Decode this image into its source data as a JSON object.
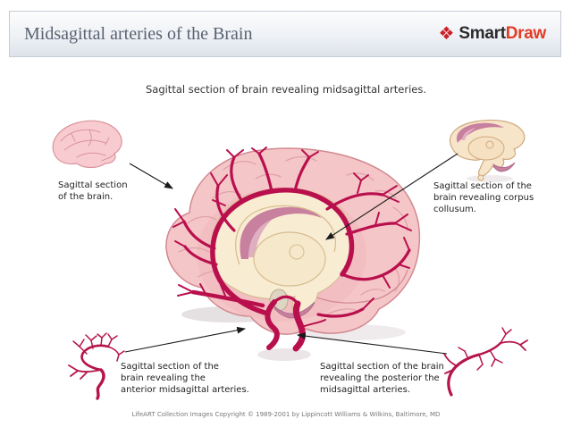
{
  "header": {
    "title": "Midsagittal arteries of the Brain",
    "logo": {
      "icon_glyph": "❖",
      "icon_name": "four-diamonds-icon",
      "part1": "Smart",
      "part2": "Draw"
    }
  },
  "subtitle": "Sagittal section of brain revealing midsagittal arteries.",
  "captions": {
    "small_brain": {
      "text": "Sagittal section of the brain.",
      "lines": [
        "Sagittal section",
        "of the brain."
      ]
    },
    "corpus_callosum": {
      "text": "Sagittal section of the brain revealing corpus collusum.",
      "lines": [
        "Sagittal section of the",
        "brain revealing corpus",
        "collusum."
      ]
    },
    "anterior_arteries": {
      "text": "Sagittal section of the brain revealing the anterior midsagittal arteries.",
      "lines": [
        "Sagittal section of the",
        "brain revealing the",
        "anterior midsagittal arteries."
      ]
    },
    "posterior_arteries": {
      "text": "Sagittal section of the brain revealing the posterior the midsagittal arteries.",
      "lines": [
        "Sagittal section of the brain",
        "revealing the posterior the",
        "midsagittal arteries."
      ]
    }
  },
  "footer": "LifeART Collection Images Copyright © 1989-2001 by Lippincott Williams & Wilkins, Baltimore, MD",
  "colors": {
    "artery_crimson": "#b90f4d",
    "brain_pink": "#f5c6c8",
    "brain_outline": "#d18990",
    "sulci_pink": "#dfa2a8",
    "cream": "#f8ecd2",
    "cream_outline": "#d6bc90",
    "mauve": "#c8809f",
    "mauve_light": "#e0aec2",
    "logo_icon_red": "#cc2027",
    "logo_draw_red": "#e23b26",
    "header_title_gray": "#5a6272"
  }
}
